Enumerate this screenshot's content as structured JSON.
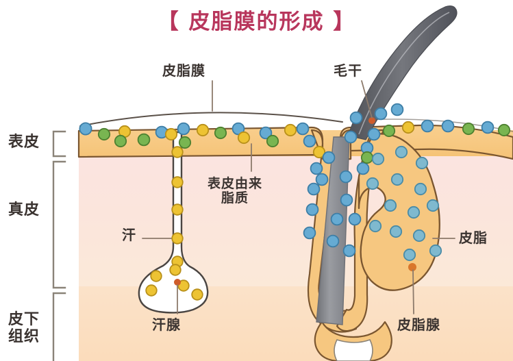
{
  "title": "【 皮脂膜的形成 】",
  "colors": {
    "title": "#b8365c",
    "epidermis_fill": "#f7c983",
    "dermis_fill": "#fbe7da",
    "subcutaneous_fill": "#fbdcc0",
    "hair_shaft": "#8e9095",
    "outline": "#6b4b2a",
    "dot_blue": "#57a0c8",
    "dot_green": "#6fae4a",
    "dot_yellow": "#e8b422",
    "dot_orange": "#d9622b",
    "leader_line": "#7a6a5c",
    "bracket": "#8a8378",
    "label_text": "#3a3330"
  },
  "side_labels": [
    {
      "id": "epidermis",
      "text": "表皮"
    },
    {
      "id": "dermis",
      "text": "真皮"
    },
    {
      "id": "subcutaneous",
      "line1": "皮下",
      "line2": "组织"
    }
  ],
  "callouts": [
    {
      "id": "sebum-film",
      "text": "皮脂膜"
    },
    {
      "id": "hair-shaft",
      "text": "毛干"
    },
    {
      "id": "epidermal-lipid",
      "line1": "表皮由来",
      "line2": "脂质"
    },
    {
      "id": "sweat",
      "text": "汗"
    },
    {
      "id": "sebum",
      "text": "皮脂"
    },
    {
      "id": "sweat-gland",
      "text": "汗腺"
    },
    {
      "id": "sebaceous-gland",
      "text": "皮脂腺"
    }
  ],
  "structures": {
    "epidermis_band": "orange epidermis layer with sebum film arc above",
    "dermis_band": "pale pink dermis layer",
    "subcutaneous_band": "tan subcutaneous tissue layer",
    "sweat_duct": "white duct descending from epidermis to sweat gland bulb",
    "sweat_gland": "white bulb containing yellow sweat droplets",
    "hair_follicle": "orange follicle sheath enclosing gray hair shaft",
    "sebaceous_gland": "orange lobed gland containing blue sebum droplets"
  }
}
